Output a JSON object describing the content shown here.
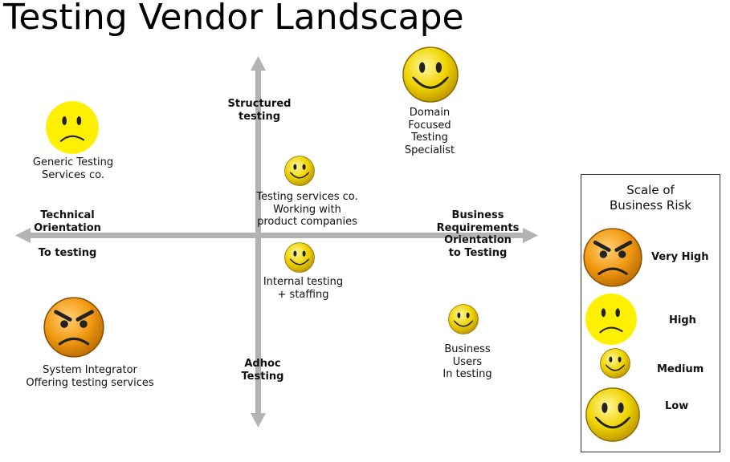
{
  "title": "Testing Vendor Landscape",
  "axes": {
    "top": "Structured\ntesting",
    "bottom": "Adhoc\nTesting",
    "left_line1": "Technical\nOrientation",
    "left_line2": "To testing",
    "right": "Business\nRequirements\nOrientation\nto Testing"
  },
  "vendors": [
    {
      "label": "Generic Testing\nServices co.",
      "risk": "High"
    },
    {
      "label": "Domain\nFocused\nTesting\nSpecialist",
      "risk": "Low"
    },
    {
      "label": "Testing services co.\nWorking with\nproduct companies",
      "risk": "Medium"
    },
    {
      "label": "Internal testing\n+ staffing",
      "risk": "Medium"
    },
    {
      "label": "System Integrator\nOffering testing services",
      "risk": "Very High"
    },
    {
      "label": "Business\nUsers\nIn testing",
      "risk": "Medium"
    }
  ],
  "legend": {
    "title": "Scale of\nBusiness Risk",
    "levels": [
      {
        "label": "Very High",
        "face": "angry-face-icon",
        "color": "#f39a14"
      },
      {
        "label": "High",
        "face": "sad-face-icon",
        "color": "#ffef00"
      },
      {
        "label": "Medium",
        "face": "smiley-face-icon",
        "color": "#e8c800"
      },
      {
        "label": "Low",
        "face": "smiley-face-icon",
        "color": "#e8c800"
      }
    ]
  },
  "colors": {
    "axis": "#b3b3b3",
    "smiley": "#e8c800",
    "sad": "#ffef00",
    "angry": "#f39a14"
  }
}
